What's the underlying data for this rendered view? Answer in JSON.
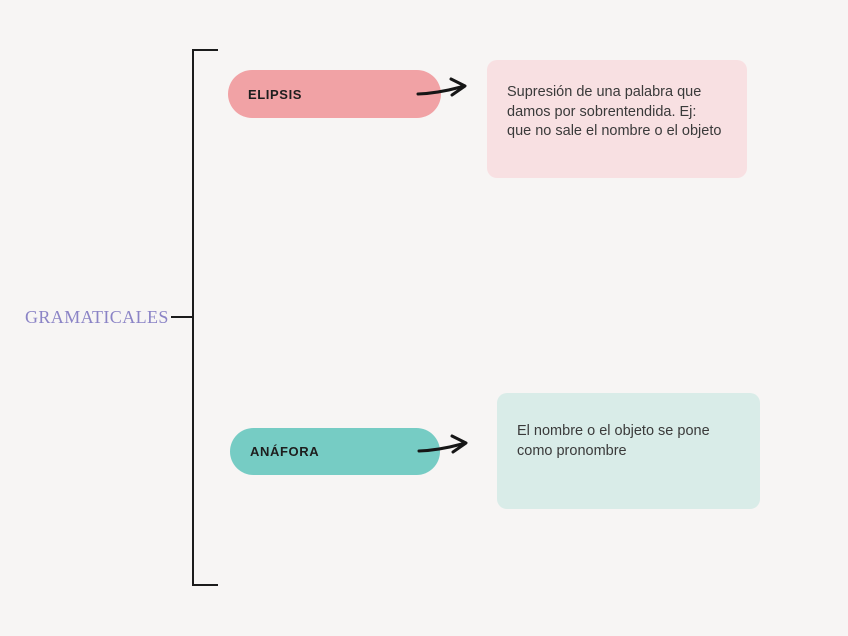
{
  "diagram": {
    "root_label": "GRAMATICALES",
    "nodes": [
      {
        "label": "ELIPSIS",
        "description": "Supresión de una palabra que\ndamos por sobrentendida. Ej:\nque no sale el nombre o el objeto",
        "pill_color": "#f1a2a5",
        "box_color": "#f8e0e2"
      },
      {
        "label": "ANÁFORA",
        "description": "El nombre o el objeto se pone\ncomo pronombre",
        "pill_color": "#76ccc4",
        "box_color": "#d9ece8"
      }
    ],
    "colors": {
      "background": "#f7f5f4",
      "root_label_text": "#8b84c6",
      "line": "#1b1b1b",
      "pill_text": "#1e1e1e",
      "description_text": "#3a3a3a"
    }
  }
}
